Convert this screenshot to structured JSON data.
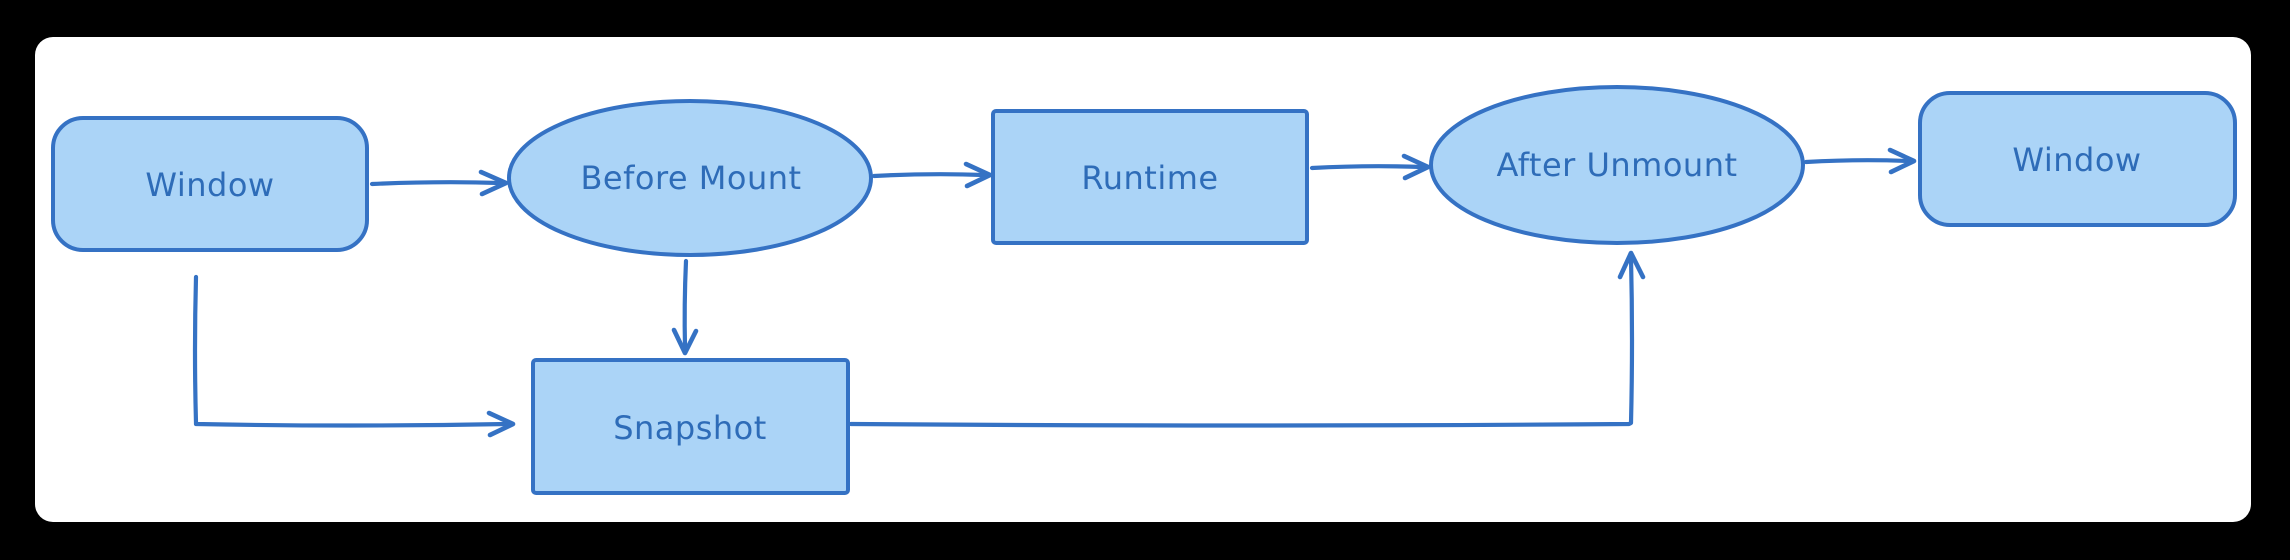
{
  "colors": {
    "page_bg": "#000000",
    "surface": "#ffffff",
    "node_fill": "#abd4f7",
    "node_stroke": "#3572c4",
    "text": "#2e6cb8",
    "arrow": "#3572c4"
  },
  "diagram": {
    "nodes": [
      {
        "id": "window-start",
        "label": "Window",
        "shape": "rounded-rect"
      },
      {
        "id": "before-mount",
        "label": "Before Mount",
        "shape": "ellipse"
      },
      {
        "id": "runtime",
        "label": "Runtime",
        "shape": "rect"
      },
      {
        "id": "after-unmount",
        "label": "After Unmount",
        "shape": "ellipse"
      },
      {
        "id": "window-end",
        "label": "Window",
        "shape": "rounded-rect"
      },
      {
        "id": "snapshot",
        "label": "Snapshot",
        "shape": "rect"
      }
    ],
    "edges": [
      {
        "from": "window-start",
        "to": "before-mount"
      },
      {
        "from": "before-mount",
        "to": "runtime"
      },
      {
        "from": "runtime",
        "to": "after-unmount"
      },
      {
        "from": "after-unmount",
        "to": "window-end"
      },
      {
        "from": "before-mount",
        "to": "snapshot"
      },
      {
        "from": "window-start",
        "to": "snapshot"
      },
      {
        "from": "snapshot",
        "to": "after-unmount"
      }
    ]
  }
}
